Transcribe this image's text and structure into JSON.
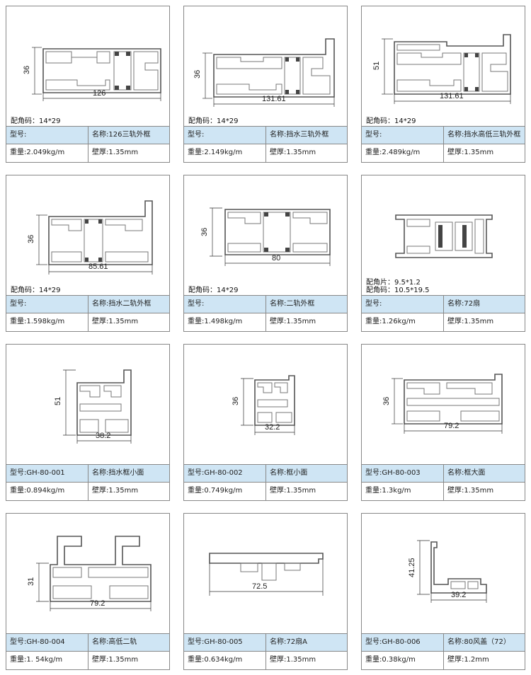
{
  "cards": [
    {
      "angle_code": "配角码：14*29",
      "dims": [
        "36",
        "126"
      ],
      "model": "型号:",
      "name": "名称:126三轨外框",
      "weight": "重量:2.049kg/m",
      "wall": "壁厚:1.35mm"
    },
    {
      "angle_code": "配角码：14*29",
      "dims": [
        "36",
        "131.61"
      ],
      "model": "型号:",
      "name": "名称:挡水三轨外框",
      "weight": "重量:2.149kg/m",
      "wall": "壁厚:1.35mm"
    },
    {
      "angle_code": "配角码：14*29",
      "dims": [
        "51",
        "131.61"
      ],
      "model": "型号:",
      "name": "名称:挡水高低三轨外框",
      "weight": "重量:2.489kg/m",
      "wall": "壁厚:1.35mm"
    },
    {
      "angle_code": "配角码：14*29",
      "dims": [
        "36",
        "85.61"
      ],
      "model": "型号:",
      "name": "名称:挡水二轨外框",
      "weight": "重量:1.598kg/m",
      "wall": "壁厚:1.35mm"
    },
    {
      "angle_code": "配角码：14*29",
      "dims": [
        "36",
        "80"
      ],
      "model": "型号:",
      "name": "名称:二轨外框",
      "weight": "重量:1.498kg/m",
      "wall": "壁厚:1.35mm"
    },
    {
      "angle_code": "配角片：9.5*1.2",
      "angle_code2": "配角码：10.5*19.5",
      "dims": [],
      "model": "型号:",
      "name": "名称:72扇",
      "weight": "重量:1.26kg/m",
      "wall": "壁厚:1.35mm"
    },
    {
      "dims": [
        "51",
        "38.2"
      ],
      "model": "型号:GH-80-001",
      "name": "名称:挡水框小面",
      "weight": "重量:0.894kg/m",
      "wall": "壁厚:1.35mm"
    },
    {
      "dims": [
        "36",
        "32.2"
      ],
      "model": "型号:GH-80-002",
      "name": "名称:框小面",
      "weight": "重量:0.749kg/m",
      "wall": "壁厚:1.35mm"
    },
    {
      "dims": [
        "36",
        "79.2"
      ],
      "model": "型号:GH-80-003",
      "name": "名称:框大面",
      "weight": "重量:1.3kg/m",
      "wall": "壁厚:1.35mm"
    },
    {
      "dims": [
        "31",
        "79.2"
      ],
      "model": "型号:GH-80-004",
      "name": "名称:高低二轨",
      "weight": "重量:1. 54kg/m",
      "wall": "壁厚:1.35mm"
    },
    {
      "dims": [
        "72.5"
      ],
      "model": "型号:GH-80-005",
      "name": "名称:72扇A",
      "weight": "重量:0.634kg/m",
      "wall": "壁厚:1.35mm"
    },
    {
      "dims": [
        "41.25",
        "39.2"
      ],
      "model": "型号:GH-80-006",
      "name": "名称:80风盖（72）",
      "weight": "重量:0.38kg/m",
      "wall": "壁厚:1.2mm"
    }
  ]
}
